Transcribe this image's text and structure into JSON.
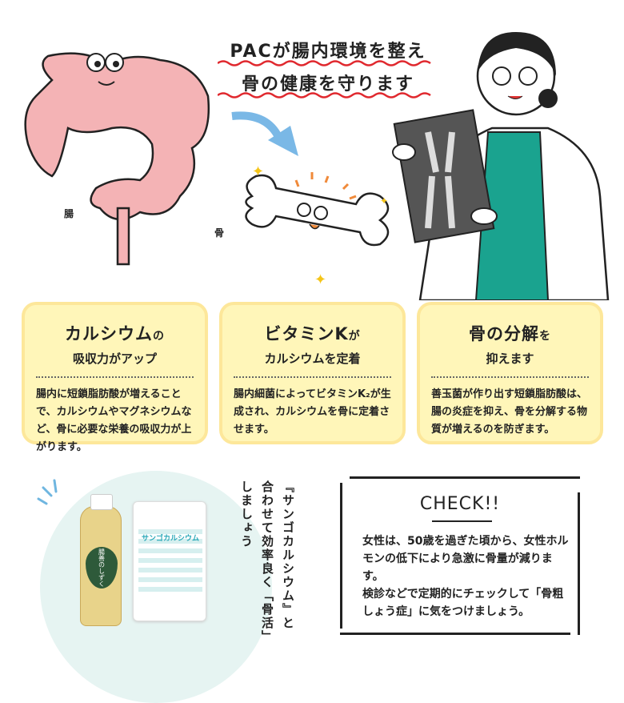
{
  "headline": {
    "line1": "PACが腸内環境を整え",
    "line2": "骨の健康を守ります"
  },
  "labels": {
    "intestine": "腸",
    "bone": "骨"
  },
  "cards": [
    {
      "title_main": "カルシウム",
      "title_particle": "の",
      "subtitle": "吸収力がアップ",
      "body": "腸内に短鎖脂肪酸が増えることで、カルシウムやマグネシウムなど、骨に必要な栄養の吸収力が上がります。"
    },
    {
      "title_main": "ビタミンK",
      "title_particle": "が",
      "subtitle": "カルシウムを定着",
      "body": "腸内細菌によってビタミンK₂が生成され、カルシウムを骨に定着させます。"
    },
    {
      "title_main": "骨の分解",
      "title_particle": "を",
      "subtitle": "抑えます",
      "body": "善玉菌が作り出す短鎖脂肪酸は、腸の炎症を抑え、骨を分解する物質が増えるのを防ぎます。"
    }
  ],
  "products": {
    "bottle_label": "腸善のしずく",
    "pouch_label": "サンゴカルシウム"
  },
  "vertical_message": "『サンゴカルシウム』と合わせて効率良く「骨活」しましょう",
  "check": {
    "title": "CHECK!!",
    "body": "女性は、50歳を過ぎた頃から、女性ホルモンの低下により急激に骨量が減ります。\n検診などで定期的にチェックして「骨粗しょう症」に気をつけましょう。"
  },
  "colors": {
    "card_bg": "#fff6b9",
    "card_border": "#fde79a",
    "intestine": "#f4b3b5",
    "wave": "#e0282e",
    "arrow": "#7ab8e6",
    "doctor_shirt": "#1aa38f"
  }
}
